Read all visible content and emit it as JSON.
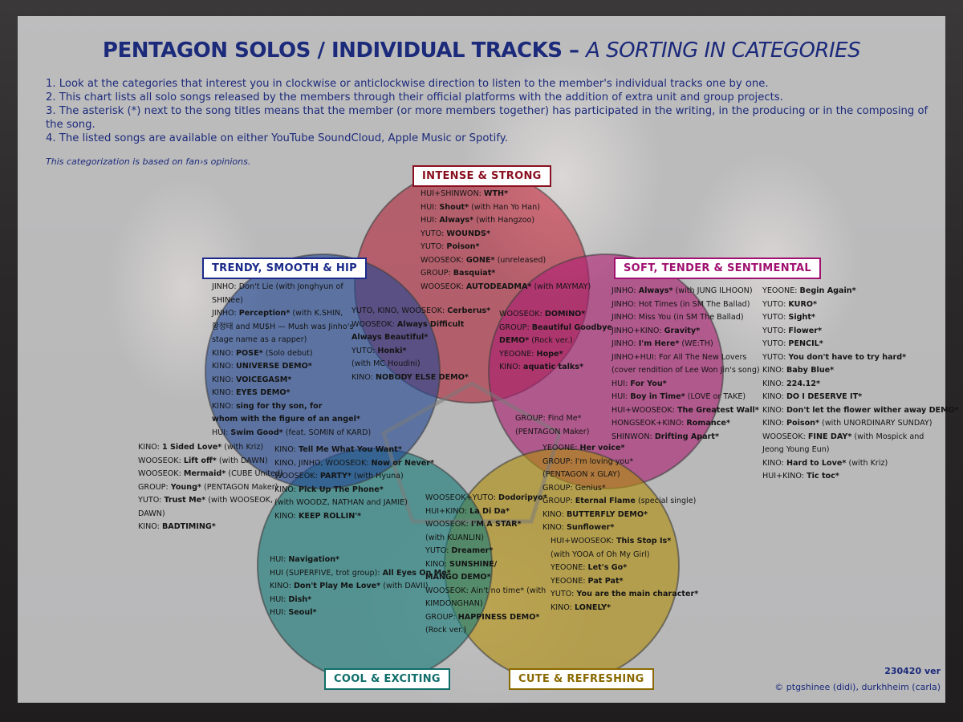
{
  "title": {
    "main": "PENTAGON SOLOS / INDIVIDUAL TRACKS",
    "dash": " – ",
    "sub": "A SORTING IN CATEGORIES"
  },
  "instructions": [
    "1. Look at the categories that interest you in clockwise or anticlockwise direction to listen to the member's individual tracks one by one.",
    "2. This chart lists all solo songs released by the members through their official platforms with the addition of extra unit and group projects.",
    "3. The asterisk (*) next to the song titles means that the member (or more members together) has participated in the writing, in the producing or in the composing of the song.",
    "4. The listed songs are available on either YouTube SoundCloud, Apple Music or Spotify."
  ],
  "note": "This categorization is based on fan›s opinions.",
  "colors": {
    "intense": "#f0364f",
    "soft": "#e8289a",
    "cute": "#f2c410",
    "cool": "#1fa8a4",
    "trendy": "#2f62c8",
    "center_pentagon": "#7a7a7a"
  },
  "categories": {
    "intense": {
      "label": "INTENSE & STRONG",
      "tracks": [
        {
          "who": "HUI+SHINWON: ",
          "title": "WTH*",
          "extra": ""
        },
        {
          "who": "HUI: ",
          "title": "Shout*",
          "extra": " (with Han Yo Han)"
        },
        {
          "who": "HUI: ",
          "title": "Always*",
          "extra": " (with Hangzoo)"
        },
        {
          "who": "YUTO: ",
          "title": "WOUNDS*",
          "extra": ""
        },
        {
          "who": "YUTO: ",
          "title": "Poison*",
          "extra": ""
        },
        {
          "who": "WOOSEOK: ",
          "title": "GONE*",
          "extra": " (unreleased)"
        },
        {
          "who": "GROUP: ",
          "title": "Basquiat*",
          "extra": ""
        },
        {
          "who": "WOOSEOK: ",
          "title": "AUTODEADMA*",
          "extra": " (with MAYMAY)"
        }
      ]
    },
    "trendy": {
      "label": "TRENDY, SMOOTH & HIP",
      "tracks": [
        {
          "who": "JINHO: ",
          "title": "",
          "extra": "Don't Lie (with Jonghyun of"
        },
        {
          "who": "",
          "title": "",
          "extra": "SHINee)"
        },
        {
          "who": "JINHO: ",
          "title": "Perception*",
          "extra": " (with K.SHIN,"
        },
        {
          "who": "",
          "title": "",
          "extra": "황정태 and MU$H — Mush was Jinho's"
        },
        {
          "who": "",
          "title": "",
          "extra": "stage name as a rapper)"
        },
        {
          "who": "KINO: ",
          "title": "POSE*",
          "extra": " (Solo debut)"
        },
        {
          "who": "KINO: ",
          "title": "UNIVERSE DEMO*",
          "extra": ""
        },
        {
          "who": "KINO: ",
          "title": "VOICEGASM*",
          "extra": ""
        },
        {
          "who": "KINO: ",
          "title": "EYES DEMO*",
          "extra": ""
        },
        {
          "who": "KINO: ",
          "title": "sing for thy son, for",
          "extra": ""
        },
        {
          "who": "",
          "title": "whom with the figure of an angel*",
          "extra": ""
        },
        {
          "who": "HUI: ",
          "title": "Swim Good*",
          "extra": " (feat. SOMIN of KARD)"
        }
      ]
    },
    "soft": {
      "label": "SOFT, TENDER & SENTIMENTAL",
      "tracks": [
        {
          "who": "JINHO: ",
          "title": "Always*",
          "extra": " (with JUNG ILHOON)"
        },
        {
          "who": "JINHO: ",
          "title": "",
          "extra": "Hot Times (in SM The Ballad)"
        },
        {
          "who": "JINHO: ",
          "title": "",
          "extra": "Miss You (in SM The Ballad)"
        },
        {
          "who": "JINHO+KINO: ",
          "title": "Gravity*",
          "extra": ""
        },
        {
          "who": "JINHO: ",
          "title": "I'm Here*",
          "extra": " (WE:TH)"
        },
        {
          "who": "JINHO+HUI: ",
          "title": "",
          "extra": "For All The New Lovers"
        },
        {
          "who": "",
          "title": "",
          "extra": "(cover rendition of Lee Won Jin's song)"
        },
        {
          "who": "HUI: ",
          "title": "For You*",
          "extra": ""
        },
        {
          "who": "HUI: ",
          "title": "Boy in Time*",
          "extra": " (LOVE or TAKE)"
        },
        {
          "who": "HUI+WOOSEOK: ",
          "title": "The Greatest Wall*",
          "extra": ""
        },
        {
          "who": "HONGSEOK+KINO: ",
          "title": "Romance*",
          "extra": ""
        },
        {
          "who": "SHINWON: ",
          "title": "Drifting Apart*",
          "extra": ""
        }
      ]
    },
    "soft_outer": {
      "tracks": [
        {
          "who": "YEOONE: ",
          "title": "Begin Again*",
          "extra": ""
        },
        {
          "who": "YUTO: ",
          "title": "KURO*",
          "extra": ""
        },
        {
          "who": "YUTO: ",
          "title": "Sight*",
          "extra": ""
        },
        {
          "who": "YUTO: ",
          "title": "Flower*",
          "extra": ""
        },
        {
          "who": "YUTO: ",
          "title": "PENCIL*",
          "extra": ""
        },
        {
          "who": "YUTO: ",
          "title": "You don't have to try hard*",
          "extra": ""
        },
        {
          "who": "KINO: ",
          "title": "Baby Blue*",
          "extra": ""
        },
        {
          "who": "KINO: ",
          "title": "224.12*",
          "extra": ""
        },
        {
          "who": "KINO: ",
          "title": "DO I DESERVE IT*",
          "extra": ""
        },
        {
          "who": "KINO: ",
          "title": "Don't let the flower wither away DEMO*",
          "extra": ""
        },
        {
          "who": "KINO: ",
          "title": "Poison*",
          "extra": " (with UNORDINARY SUNDAY)"
        },
        {
          "who": "WOOSEOK: ",
          "title": "FINE DAY*",
          "extra": " (with Mospick and"
        },
        {
          "who": "",
          "title": "",
          "extra": "Jeong Young Eun)"
        },
        {
          "who": "KINO: ",
          "title": "Hard to Love*",
          "extra": " (with Kriz)"
        },
        {
          "who": "HUI+KINO: ",
          "title": "Tic toc*",
          "extra": ""
        }
      ]
    },
    "cool": {
      "label": "COOL & EXCITING",
      "tracks": [
        {
          "who": "HUI: ",
          "title": "Navigation*",
          "extra": ""
        },
        {
          "who": "HUI (SUPERFIVE, trot group): ",
          "title": "All Eyes On Me*",
          "extra": ""
        },
        {
          "who": "KINO: ",
          "title": "Don't Play Me Love*",
          "extra": " (with DAVII)"
        },
        {
          "who": "HUI: ",
          "title": "Dish*",
          "extra": ""
        },
        {
          "who": "HUI: ",
          "title": "Seoul*",
          "extra": ""
        }
      ]
    },
    "cute": {
      "label": "CUTE & REFRESHING",
      "tracks": [
        {
          "who": "HUI+WOOSEOK: ",
          "title": "This Stop Is*",
          "extra": ""
        },
        {
          "who": "",
          "title": "",
          "extra": "(with YOOA of Oh My Girl)"
        },
        {
          "who": "YEOONE: ",
          "title": "Let's Go*",
          "extra": ""
        },
        {
          "who": "YEOONE: ",
          "title": "Pat Pat*",
          "extra": ""
        },
        {
          "who": "YUTO: ",
          "title": "You are the main character*",
          "extra": ""
        },
        {
          "who": "KINO: ",
          "title": "LONELY*",
          "extra": ""
        }
      ]
    },
    "trendy_outer": {
      "tracks": [
        {
          "who": "KINO: ",
          "title": "1 Sided Love*",
          "extra": " (with Kriz)"
        },
        {
          "who": "WOOSEOK: ",
          "title": "Lift off*",
          "extra": " (with DAWN)"
        },
        {
          "who": "WOOSEOK: ",
          "title": "Mermaid*",
          "extra": " (CUBE United)"
        },
        {
          "who": "GROUP: ",
          "title": "Young*",
          "extra": " (PENTAGON Maker)"
        },
        {
          "who": "YUTO: ",
          "title": "Trust Me*",
          "extra": " (with WOOSEOK,"
        },
        {
          "who": "",
          "title": "",
          "extra": "DAWN)"
        },
        {
          "who": "KINO: ",
          "title": "BADTIMING*",
          "extra": ""
        }
      ]
    }
  },
  "overlaps": {
    "trendy_intense": {
      "tracks": [
        {
          "who": "YUTO, KINO, WOOSEOK: ",
          "title": "Cerberus*",
          "extra": ""
        },
        {
          "who": "WOOSEOK: ",
          "title": "Always Difficult",
          "extra": ""
        },
        {
          "who": "",
          "title": "Always Beautiful*",
          "extra": ""
        },
        {
          "who": "YUTO: ",
          "title": "Honki*",
          "extra": ""
        },
        {
          "who": "",
          "title": "",
          "extra": "(with MC Houdini)"
        },
        {
          "who": "KINO: ",
          "title": "NOBODY ELSE DEMO*",
          "extra": ""
        }
      ]
    },
    "intense_soft": {
      "tracks": [
        {
          "who": "WOOSEOK: ",
          "title": "DOMINO*",
          "extra": ""
        },
        {
          "who": "GROUP: ",
          "title": "Beautiful Goodbye",
          "extra": ""
        },
        {
          "who": "",
          "title": "DEMO*",
          "extra": " (Rock ver.)"
        },
        {
          "who": "YEOONE: ",
          "title": "Hope*",
          "extra": ""
        },
        {
          "who": "KINO: ",
          "title": "aquatic talks*",
          "extra": ""
        }
      ]
    },
    "soft_center": {
      "tracks": [
        {
          "who": "GROUP: ",
          "title": "",
          "extra": "Find Me*"
        },
        {
          "who": "",
          "title": "",
          "extra": "(PENTAGON Maker)"
        }
      ]
    },
    "soft_cute": {
      "tracks": [
        {
          "who": "YEOONE: ",
          "title": "Her voice*",
          "extra": ""
        },
        {
          "who": "GROUP: ",
          "title": "",
          "extra": "I'm loving you*"
        },
        {
          "who": "",
          "title": "",
          "extra": "(PENTAGON x GLAY)"
        },
        {
          "who": "GROUP: ",
          "title": "",
          "extra": "Genius*"
        },
        {
          "who": "GROUP: ",
          "title": "Eternal Flame",
          "extra": " (special single)"
        },
        {
          "who": "KINO: ",
          "title": "BUTTERFLY DEMO*",
          "extra": ""
        },
        {
          "who": "KINO: ",
          "title": "Sunflower*",
          "extra": ""
        }
      ]
    },
    "trendy_cool": {
      "tracks": [
        {
          "who": "KINO: ",
          "title": "Tell Me What You Want*",
          "extra": ""
        },
        {
          "who": "KINO, JINHO, WOOSEOK: ",
          "title": "Now or Never*",
          "extra": ""
        },
        {
          "who": "WOOSEOK: ",
          "title": "PARTY*",
          "extra": " (with Hyuna)"
        },
        {
          "who": "KINO: ",
          "title": "Pick Up The Phone*",
          "extra": ""
        },
        {
          "who": "",
          "title": "",
          "extra": "(with WOODZ, NATHAN and JAMIE)"
        },
        {
          "who": "KINO: ",
          "title": "KEEP ROLLIN'*",
          "extra": ""
        }
      ]
    },
    "cool_cute": {
      "tracks": [
        {
          "who": "WOOSEOK+YUTO: ",
          "title": "Dodoripyo*",
          "extra": ""
        },
        {
          "who": "HUI+KINO: ",
          "title": "La Di Da*",
          "extra": ""
        },
        {
          "who": "WOOSEOK: ",
          "title": "I'M A STAR*",
          "extra": ""
        },
        {
          "who": "",
          "title": "",
          "extra": "(with KUANLIN)"
        },
        {
          "who": "YUTO: ",
          "title": "Dreamer*",
          "extra": ""
        },
        {
          "who": "KINO: ",
          "title": "SUNSHINE/",
          "extra": ""
        },
        {
          "who": "",
          "title": "MANGO DEMO*",
          "extra": ""
        },
        {
          "who": "WOOSEOK: ",
          "title": "",
          "extra": "Ain't no time* (with"
        },
        {
          "who": "",
          "title": "",
          "extra": "KIMDONGHAN)"
        },
        {
          "who": "GROUP: ",
          "title": "HAPPINESS DEMO*",
          "extra": ""
        },
        {
          "who": "",
          "title": "",
          "extra": "(Rock ver.)"
        }
      ]
    }
  },
  "version": "230420 ver",
  "credit": "© ptgshinee (didi), durkhheim (carla)"
}
